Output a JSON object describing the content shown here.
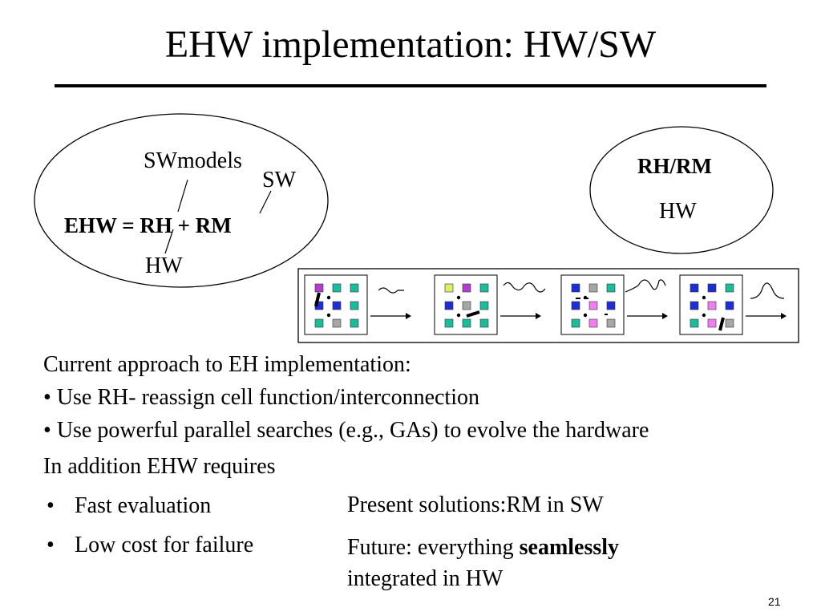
{
  "slide": {
    "title": "EHW implementation: HW/SW",
    "page_number": "21"
  },
  "diagram": {
    "ehw_equation": "EHW = RH + RM",
    "label_swmodels": "SWmodels",
    "label_sw": "SW",
    "label_hw_left": "HW",
    "rh_rm": "RH/RM",
    "hw_right": "HW",
    "cell_colors": {
      "teal": "#1abc9c",
      "blue": "#1e2ed6",
      "gray": "#a6a6a6",
      "magenta": "#b03fd0",
      "pink": "#f07ef0",
      "lime": "#d9f06a"
    }
  },
  "body": {
    "approach_heading": "Current approach to EH implementation:",
    "approach_bullets": [
      "Use RH- reassign cell function/interconnection",
      "Use powerful parallel searches (e.g.,  GAs) to evolve the hardware"
    ],
    "requires_heading": "In addition EHW requires",
    "requires_bullets": [
      "Fast evaluation",
      "Low cost for failure"
    ],
    "present_solutions": "Present solutions:RM in SW",
    "future_prefix": "Future: everything ",
    "future_bold": "seamlessly",
    "future_suffix": "integrated in HW"
  }
}
